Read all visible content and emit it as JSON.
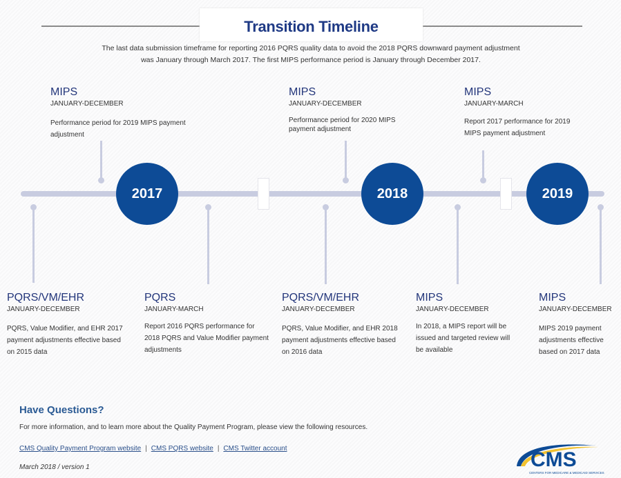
{
  "header": {
    "title": "Transition Timeline",
    "intro": "The last data submission timeframe for reporting 2016 PQRS quality data to avoid the 2018 PQRS downward payment adjustment was January through March 2017. The first MIPS performance period is January through December 2017."
  },
  "years": [
    "2017",
    "2018",
    "2019"
  ],
  "upper_events": [
    {
      "title": "MIPS",
      "period": "JANUARY-DECEMBER",
      "desc": "Performance period for 2019 MIPS payment adjustment"
    },
    {
      "title": "MIPS",
      "period": "JANUARY-DECEMBER",
      "desc": "Performance period for 2020 MIPS payment adjustment"
    },
    {
      "title": "MIPS",
      "period": "JANUARY-MARCH",
      "desc": "Report 2017 performance for 2019 MIPS payment adjustment"
    }
  ],
  "lower_events": [
    {
      "title": "PQRS/VM/EHR",
      "period": "JANUARY-DECEMBER",
      "desc": "PQRS, Value Modifier, and EHR 2017 payment adjustments effective based on 2015 data"
    },
    {
      "title": "PQRS",
      "period": "JANUARY-MARCH",
      "desc": "Report 2016 PQRS performance for 2018 PQRS and Value Modifier payment adjustments"
    },
    {
      "title": "PQRS/VM/EHR",
      "period": "JANUARY-DECEMBER",
      "desc": "PQRS, Value Modifier, and EHR 2018 payment adjustments effective based on 2016 data"
    },
    {
      "title": "MIPS",
      "period": "JANUARY-DECEMBER",
      "desc": "In 2018, a MIPS report will be issued and targeted review will be available"
    },
    {
      "title": "MIPS",
      "period": "JANUARY-DECEMBER",
      "desc": "MIPS 2019 payment adjustments effective based on 2017 data"
    }
  ],
  "questions": {
    "heading": "Have Questions?",
    "text": "For more information, and to learn more about the Quality Payment Program, please view the following resources.",
    "links": [
      "CMS Quality Payment Program website",
      "CMS PQRS website",
      "CMS Twitter account"
    ],
    "separator": "|"
  },
  "footer": "March  2018 / version 1",
  "logo": {
    "text": "CMS",
    "subtext": "CENTERS FOR MEDICARE & MEDICAID SERVICES"
  },
  "colors": {
    "primary": "#0d4b96",
    "heading": "#22357a",
    "timeline": "#c8cce0",
    "accent": "#f2c230"
  }
}
